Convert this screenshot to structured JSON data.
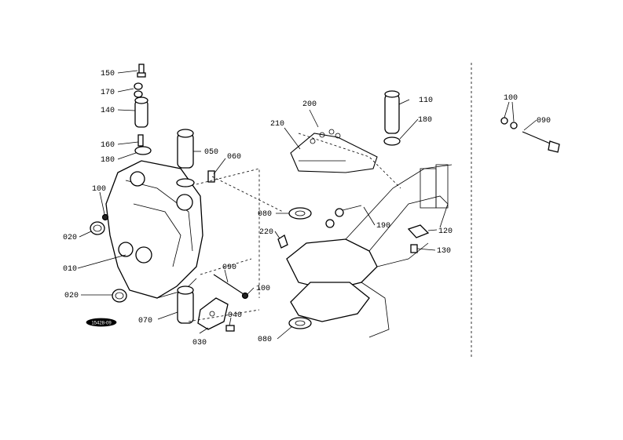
{
  "diagram": {
    "stamp_code": "15428-09",
    "callouts": {
      "c150": "150",
      "c170": "170",
      "c140": "140",
      "c160": "160",
      "c180a": "180",
      "c100a": "100",
      "c020a": "020",
      "c010": "010",
      "c020b": "020",
      "c070": "070",
      "c030": "030",
      "c040": "040",
      "c100b": "100",
      "c090a": "090",
      "c060": "060",
      "c050": "050",
      "c080a": "080",
      "c220": "220",
      "c080b": "080",
      "c210": "210",
      "c200": "200",
      "c110": "110",
      "c180b": "180",
      "c190": "190",
      "c120": "120",
      "c130": "130",
      "c100c": "100",
      "c090b": "090"
    }
  }
}
